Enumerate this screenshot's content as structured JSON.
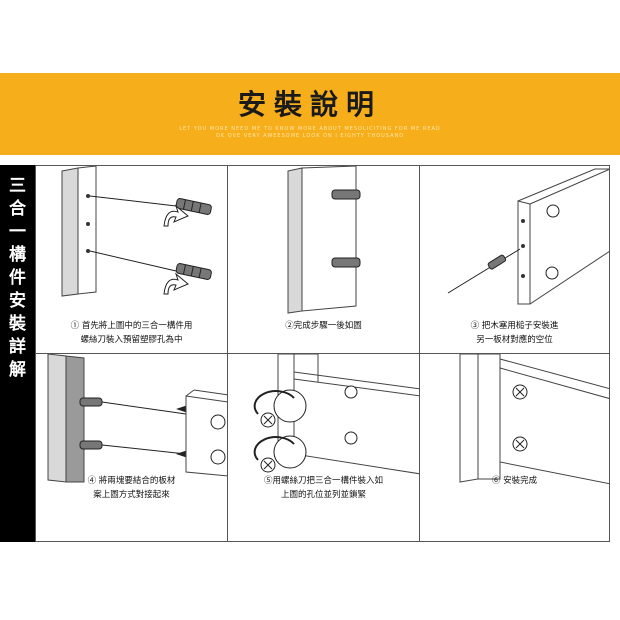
{
  "banner": {
    "title": "安裝說明",
    "subtitle_line1": "LET YOU MORE NEED ME TO KNOW MORE ABOUT MESOLICITING FOR ME READ",
    "subtitle_line2": "OK QVE VERY AWEESOME LOOK ON I EIGHTY THOUSAND"
  },
  "sidebar": {
    "label": "三合一構件安裝詳解"
  },
  "steps": [
    {
      "line1": "① 首先將上圖中的三合一構件用",
      "line2": "螺絲刀裝入預留塑膠孔為中"
    },
    {
      "line1": "②完成步驟一後如圖",
      "line2": ""
    },
    {
      "line1": "③ 把木塞用槌子安裝進",
      "line2": "另一板材對應的空位"
    },
    {
      "line1": "④ 將兩塊要結合的板材",
      "line2": "案上圖方式對接起來"
    },
    {
      "line1": "⑤用螺絲刀把三合一構件裝入如",
      "line2": "上圖的孔位並列並鎖緊"
    },
    {
      "line1": "⑥ 安裝完成",
      "line2": ""
    }
  ],
  "colors": {
    "banner": "#f7ae1b",
    "sidebar": "#000000",
    "border": "#555555"
  }
}
